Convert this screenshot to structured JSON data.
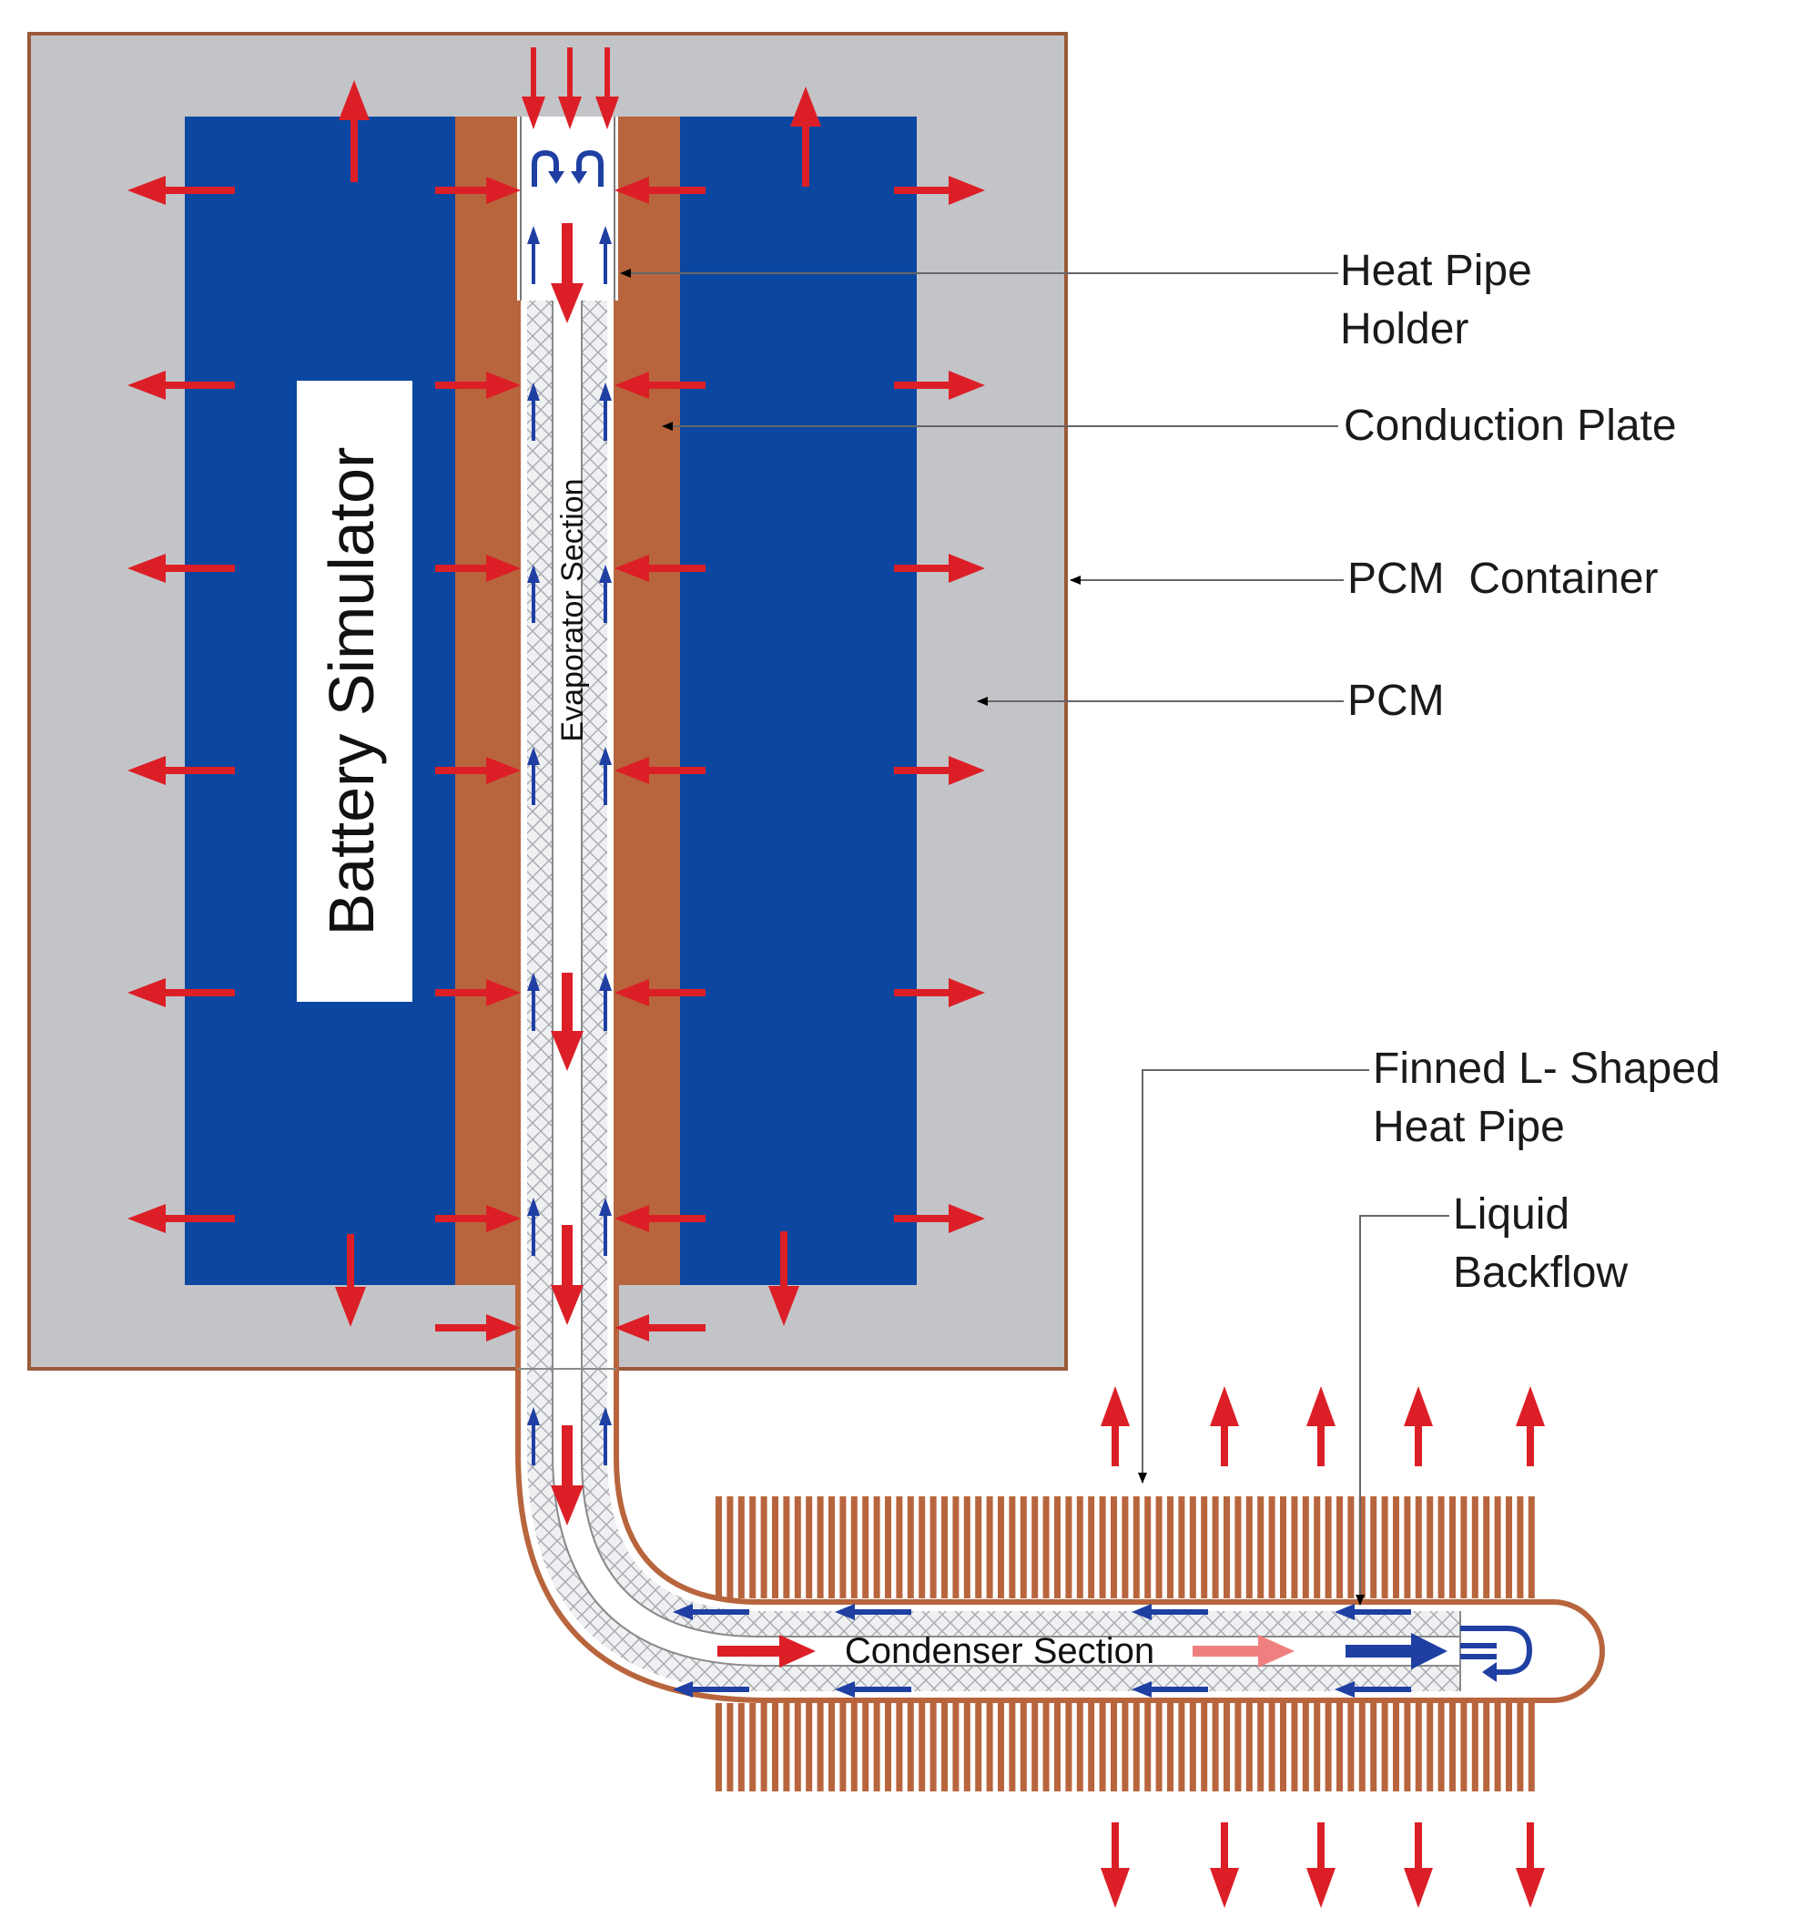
{
  "figure": {
    "labels": {
      "battery_simulator": "Battery Simulator",
      "evaporator_section": "Evaporator Section",
      "condenser_section": "Condenser Section"
    },
    "callouts": {
      "heat_pipe_holder": "Heat Pipe\nHolder",
      "conduction_plate": "Conduction Plate",
      "pcm_container": "PCM  Container",
      "pcm": "PCM",
      "finned_heat_pipe": "Finned L- Shaped\nHeat Pipe",
      "liquid_backflow": "Liquid\nBackflow"
    },
    "colors": {
      "pcm": "#c3c4c8",
      "container_border": "#9a5a3a",
      "battery": "#0b47a1",
      "conduction_plate": "#b8653d",
      "copper_fin": "#b8653d",
      "heat_arrow": "#dc1f26",
      "light_heat_arrow": "#f08080",
      "fluid_arrow": "#1f3fa3",
      "leader_line": "#555555"
    }
  }
}
